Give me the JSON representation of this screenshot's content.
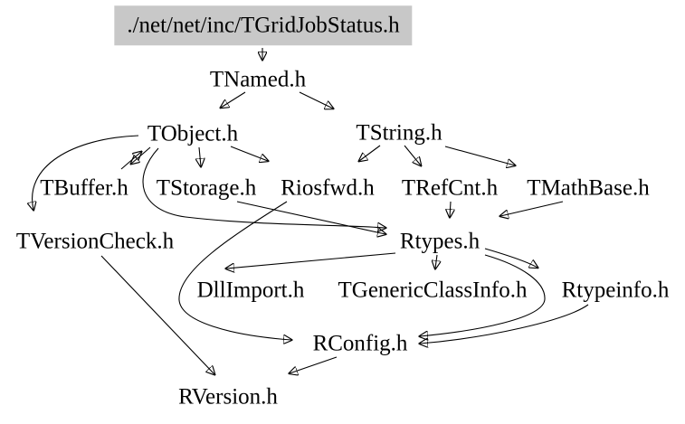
{
  "diagram": {
    "type": "include-dependency-graph",
    "root_label": "./net/net/inc/TGridJobStatus.h",
    "colors": {
      "background": "#ffffff",
      "root_fill": "#c8c8c8",
      "edge": "#000000",
      "text": "#000000"
    },
    "nodes": [
      {
        "id": "tgridjobstatus",
        "label": "./net/net/inc/TGridJobStatus.h",
        "is_root": true
      },
      {
        "id": "tnamed",
        "label": "TNamed.h",
        "is_root": false
      },
      {
        "id": "tobject",
        "label": "TObject.h",
        "is_root": false
      },
      {
        "id": "tstring",
        "label": "TString.h",
        "is_root": false
      },
      {
        "id": "tbuffer",
        "label": "TBuffer.h",
        "is_root": false
      },
      {
        "id": "tstorage",
        "label": "TStorage.h",
        "is_root": false
      },
      {
        "id": "riosfwd",
        "label": "Riosfwd.h",
        "is_root": false
      },
      {
        "id": "trefcnt",
        "label": "TRefCnt.h",
        "is_root": false
      },
      {
        "id": "tmathbase",
        "label": "TMathBase.h",
        "is_root": false
      },
      {
        "id": "tversioncheck",
        "label": "TVersionCheck.h",
        "is_root": false
      },
      {
        "id": "rtypes",
        "label": "Rtypes.h",
        "is_root": false
      },
      {
        "id": "dllimport",
        "label": "DllImport.h",
        "is_root": false
      },
      {
        "id": "tgenericclassinfo",
        "label": "TGenericClassInfo.h",
        "is_root": false
      },
      {
        "id": "rtypeinfo",
        "label": "Rtypeinfo.h",
        "is_root": false
      },
      {
        "id": "rconfig",
        "label": "RConfig.h",
        "is_root": false
      },
      {
        "id": "rversion",
        "label": "RVersion.h",
        "is_root": false
      }
    ],
    "edges": [
      {
        "from": "tgridjobstatus",
        "to": "tnamed"
      },
      {
        "from": "tnamed",
        "to": "tobject"
      },
      {
        "from": "tnamed",
        "to": "tstring"
      },
      {
        "from": "tobject",
        "to": "tbuffer"
      },
      {
        "from": "tbuffer",
        "to": "tobject"
      },
      {
        "from": "tobject",
        "to": "tstorage"
      },
      {
        "from": "tobject",
        "to": "riosfwd"
      },
      {
        "from": "tobject",
        "to": "tversioncheck"
      },
      {
        "from": "tobject",
        "to": "rtypes"
      },
      {
        "from": "tstorage",
        "to": "rtypes"
      },
      {
        "from": "riosfwd",
        "to": "rconfig"
      },
      {
        "from": "tstring",
        "to": "riosfwd"
      },
      {
        "from": "tstring",
        "to": "trefcnt"
      },
      {
        "from": "tstring",
        "to": "tmathbase"
      },
      {
        "from": "trefcnt",
        "to": "rtypes"
      },
      {
        "from": "tmathbase",
        "to": "rtypes"
      },
      {
        "from": "rtypes",
        "to": "dllimport"
      },
      {
        "from": "rtypes",
        "to": "tgenericclassinfo"
      },
      {
        "from": "rtypes",
        "to": "rtypeinfo"
      },
      {
        "from": "rtypes",
        "to": "rconfig"
      },
      {
        "from": "rtypeinfo",
        "to": "rconfig"
      },
      {
        "from": "rconfig",
        "to": "rversion"
      },
      {
        "from": "tversioncheck",
        "to": "rversion"
      }
    ]
  }
}
